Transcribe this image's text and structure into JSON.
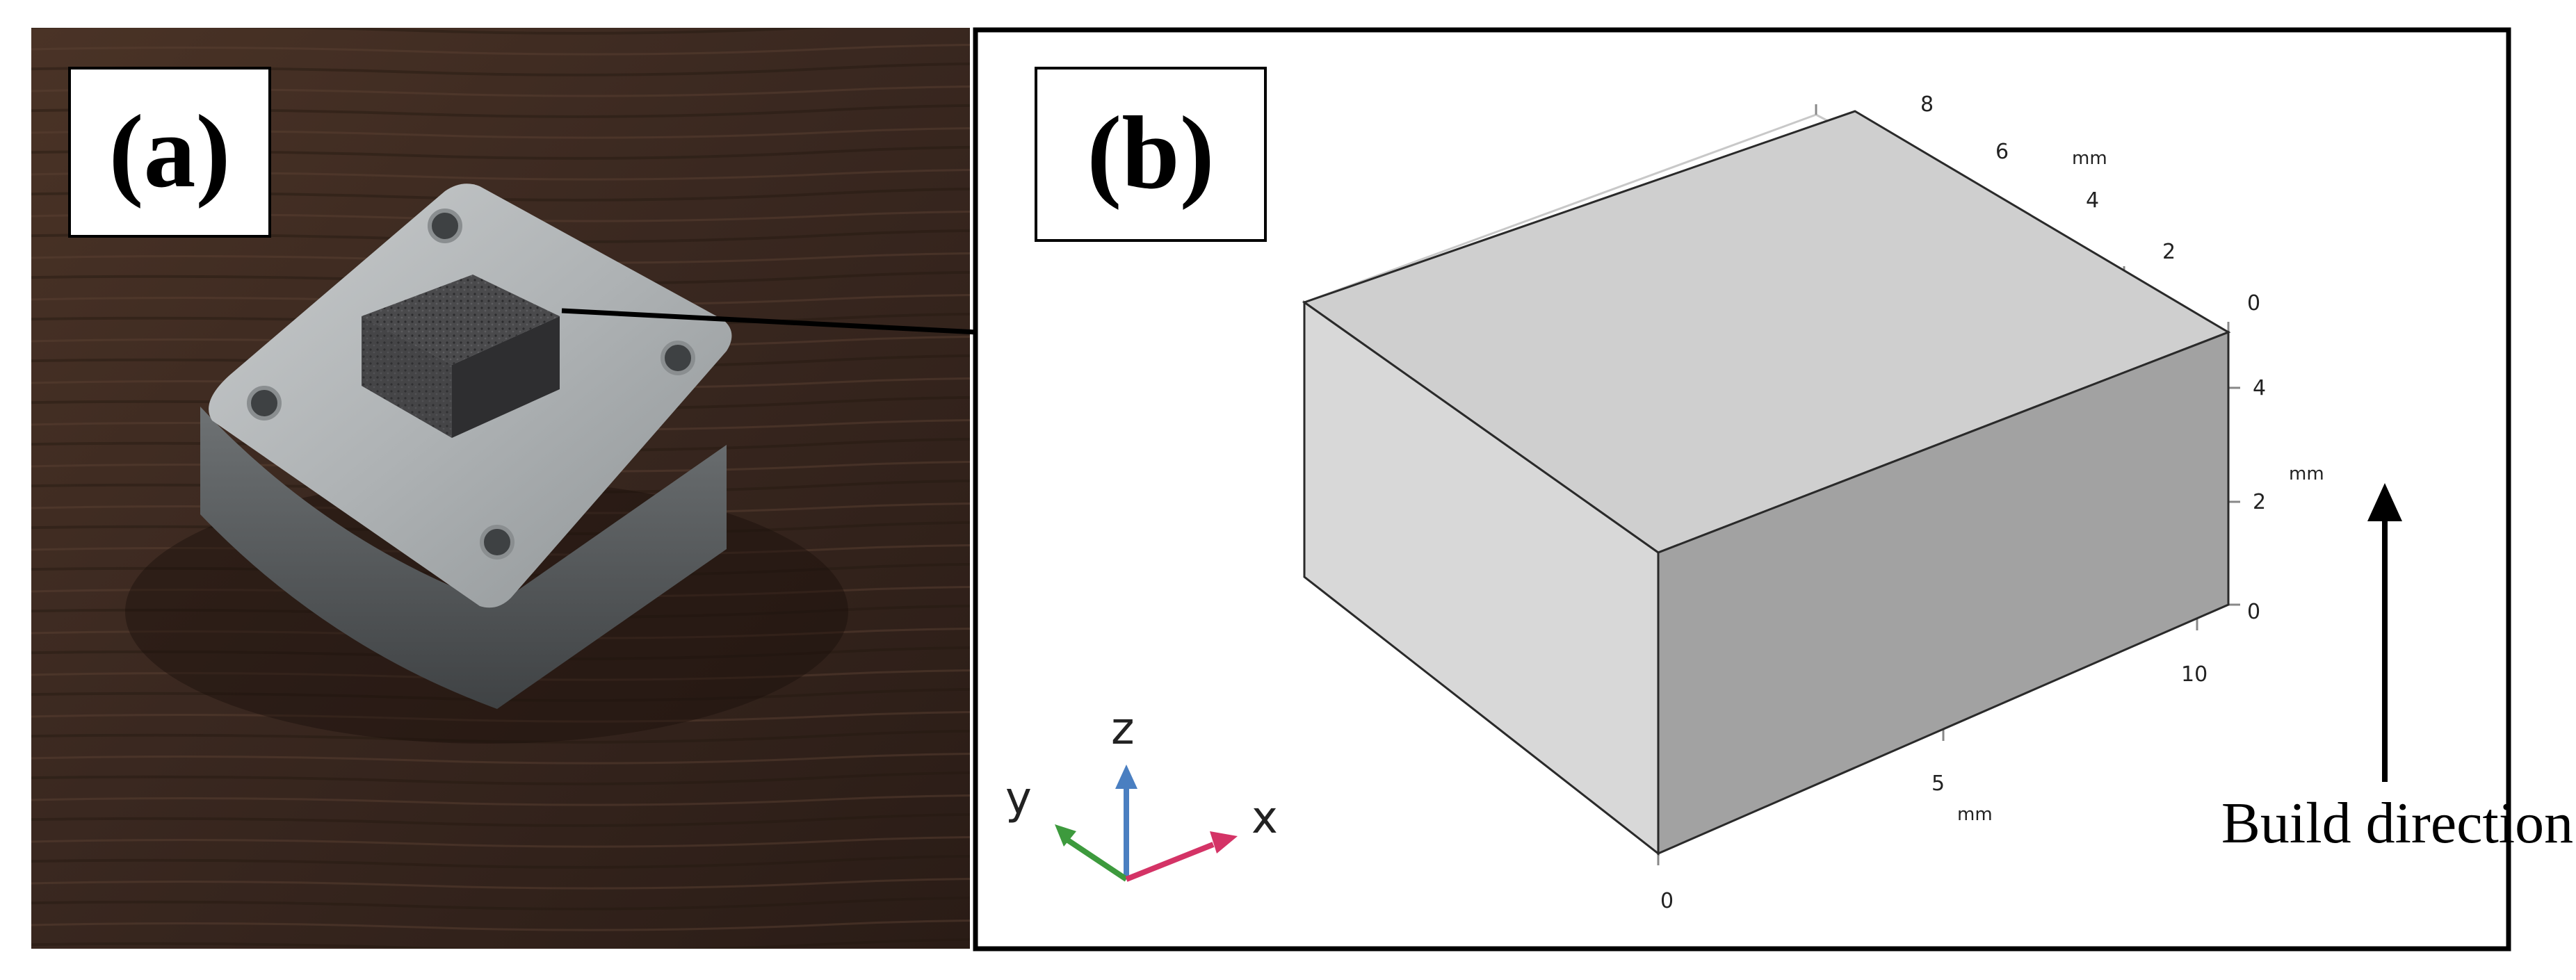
{
  "panel_a": {
    "label": "(a)"
  },
  "panel_b": {
    "label": "(b)",
    "y_axis": {
      "ticks": [
        "8",
        "6",
        "4",
        "2",
        "0"
      ],
      "unit": "mm"
    },
    "z_axis": {
      "ticks": [
        "4",
        "2",
        "0"
      ],
      "unit": "mm"
    },
    "x_axis": {
      "ticks": [
        "0",
        "5",
        "10"
      ],
      "unit": "mm"
    },
    "triad": {
      "z": "z",
      "y": "y",
      "x": "x",
      "colors": {
        "z": "#4a7fc1",
        "y": "#3d9a3d",
        "x": "#d43366"
      }
    },
    "build_direction": "Build direction"
  }
}
